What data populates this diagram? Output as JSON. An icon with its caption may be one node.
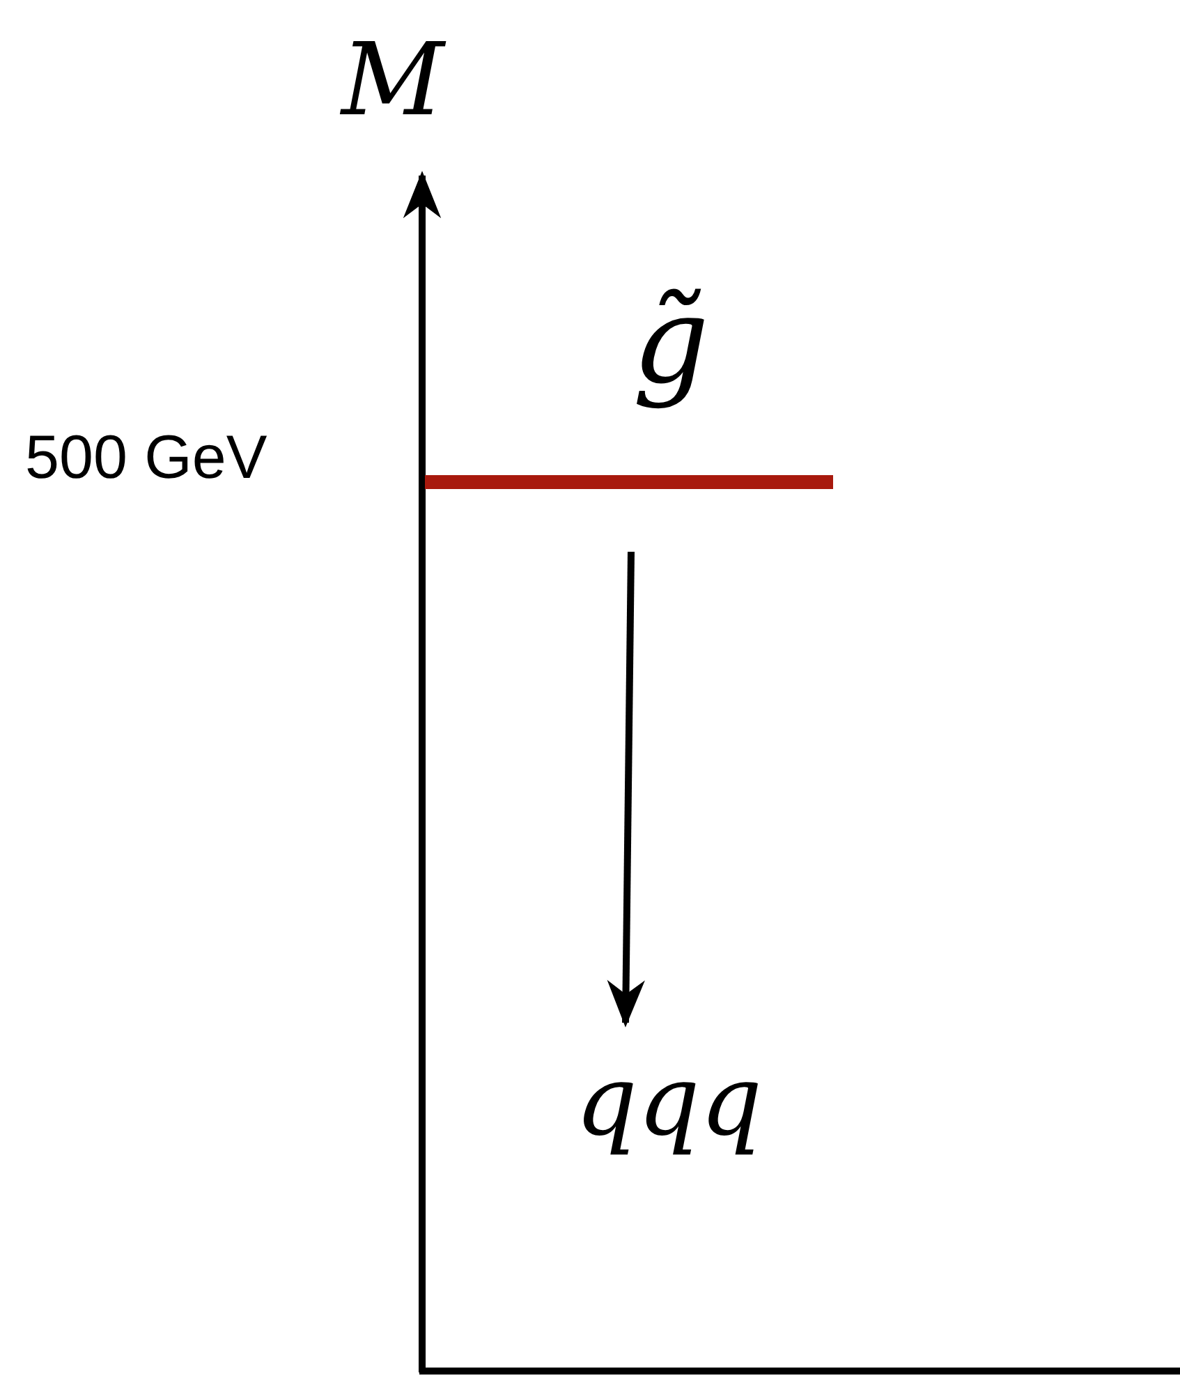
{
  "diagram": {
    "nodes": [
      {
        "text": [
          "g̃"
        ]
      },
      {
        "text": [
          "qqq"
        ]
      }
    ],
    "edges": [
      {
        "from": 0,
        "to": 1,
        "arrow": "to"
      }
    ],
    "labels": [
      "M",
      "500 GeV"
    ]
  }
}
